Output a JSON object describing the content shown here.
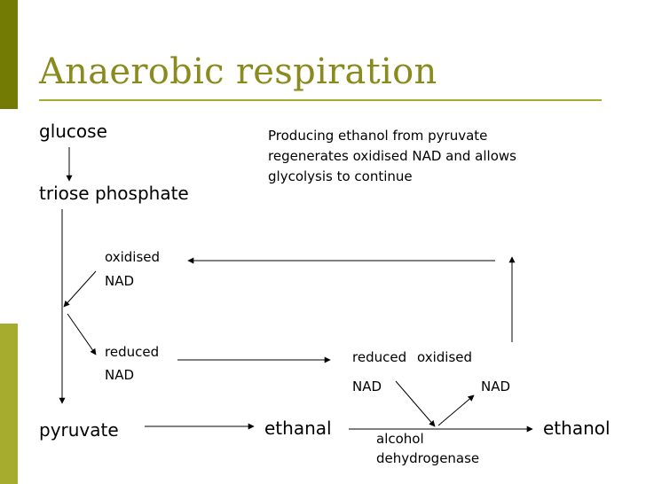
{
  "title": "Anaerobic respiration",
  "nodes": {
    "glucose": "glucose",
    "triose_phosphate": "triose phosphate",
    "oxidised_nad_left": [
      "oxidised",
      "NAD"
    ],
    "reduced_nad_left": [
      "reduced",
      "NAD"
    ],
    "pyruvate": "pyruvate",
    "ethanal": "ethanal",
    "ethanol": "ethanol",
    "reduced_nad_right": [
      "reduced",
      "NAD"
    ],
    "oxidised_nad_right": [
      "oxidised",
      "NAD"
    ],
    "enzyme": [
      "alcohol",
      "dehydrogenase"
    ]
  },
  "note": [
    "Producing ethanol from pyruvate",
    "regenerates oxidised NAD and allows",
    "glycolysis to continue"
  ],
  "colors": {
    "sidebar_dark": "#737b04",
    "sidebar_light": "#a6ac2d",
    "title": "#8a8a1f",
    "text": "#000000"
  }
}
